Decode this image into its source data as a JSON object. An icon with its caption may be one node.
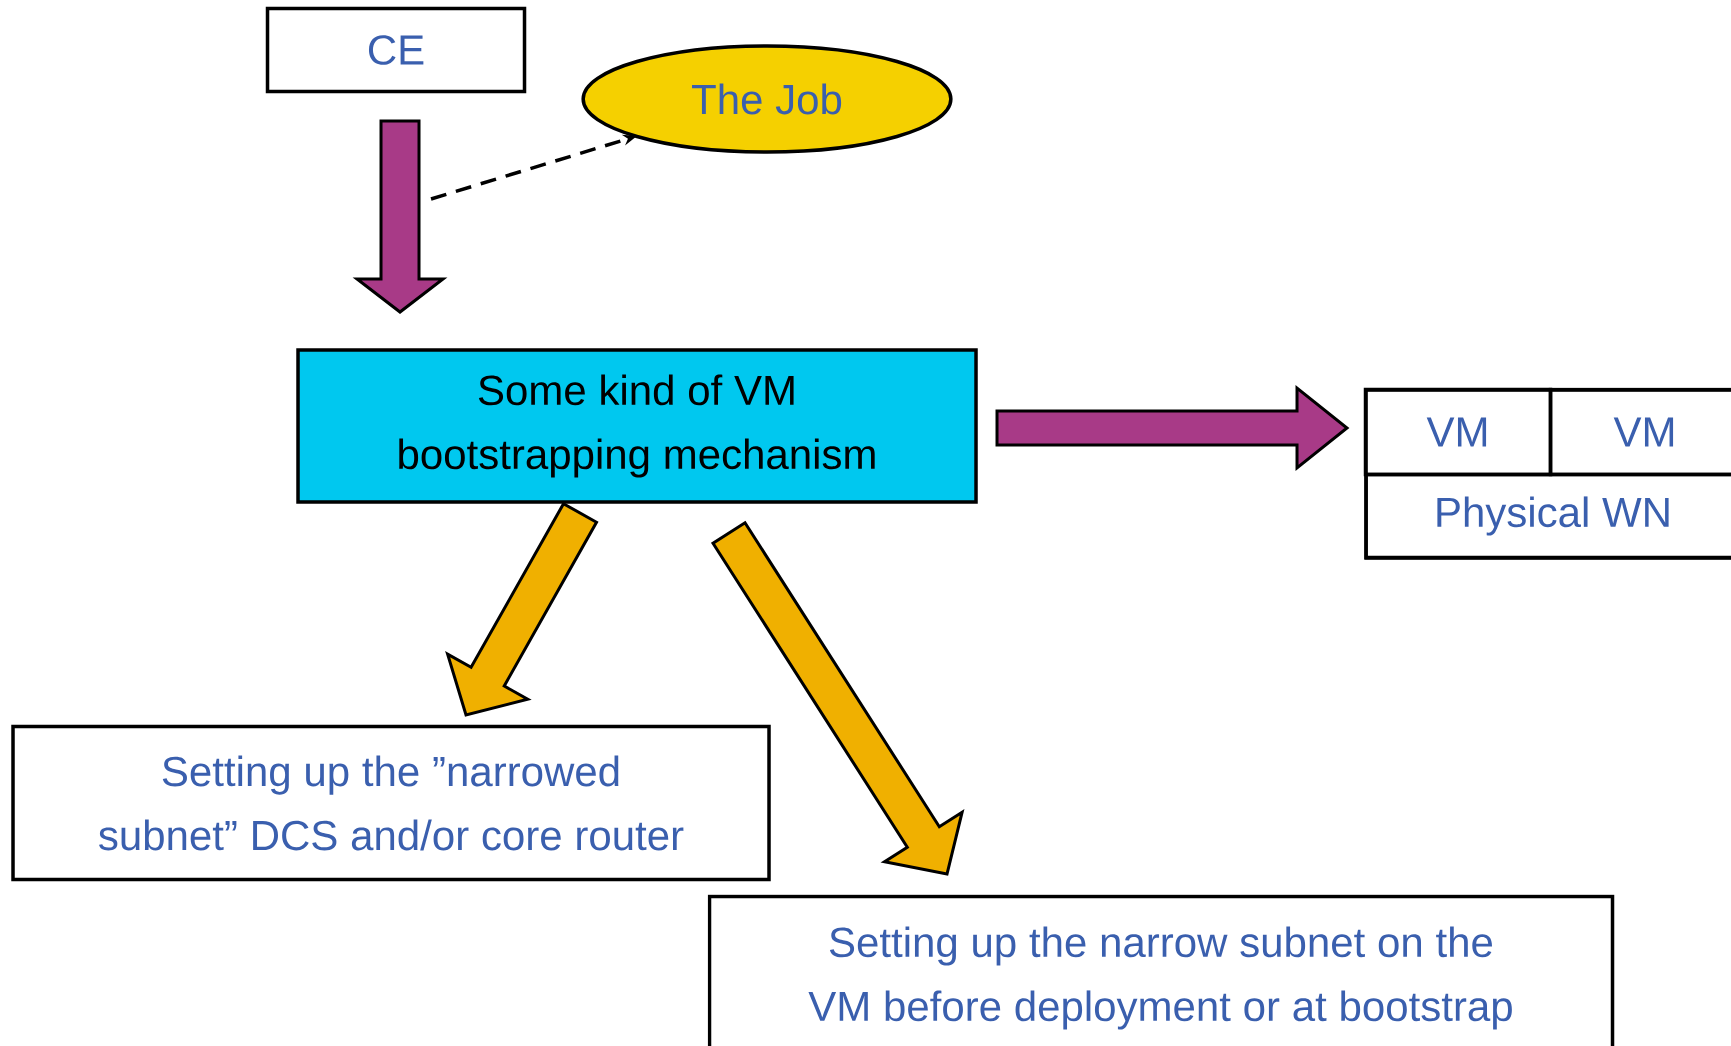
{
  "diagram": {
    "nodes": [
      {
        "text": [
          "CE"
        ]
      },
      {
        "text": [
          "The Job"
        ]
      },
      {
        "text": [
          "Some kind of VM bootstrapping mechanism"
        ]
      },
      {
        "text": [],
        "shape": "box"
      },
      {
        "text": [
          "VM"
        ],
        "in": 3
      },
      {
        "text": [
          "VM"
        ],
        "in": 3
      },
      {
        "text": [
          "Physical WN"
        ],
        "in": 3
      },
      {
        "text": [
          "Setting up the ”narrowed subnet” DCS and/or core router"
        ]
      },
      {
        "text": [
          "Setting up the narrow subnet on the VM before deployment or at bootstrap"
        ]
      }
    ],
    "edges": [
      {
        "from": 0,
        "to": 2,
        "arrow": "to",
        "color": "#a83a87"
      },
      {
        "from": null,
        "to": 1,
        "arrow": "to",
        "style": "dashed",
        "color": "#000000"
      },
      {
        "from": 2,
        "to": 3,
        "arrow": "to",
        "color": "#a83a87"
      },
      {
        "from": 2,
        "to": 7,
        "arrow": "to",
        "color": "#f0b000"
      },
      {
        "from": 2,
        "to": 8,
        "arrow": "to",
        "color": "#f0b000"
      }
    ]
  }
}
